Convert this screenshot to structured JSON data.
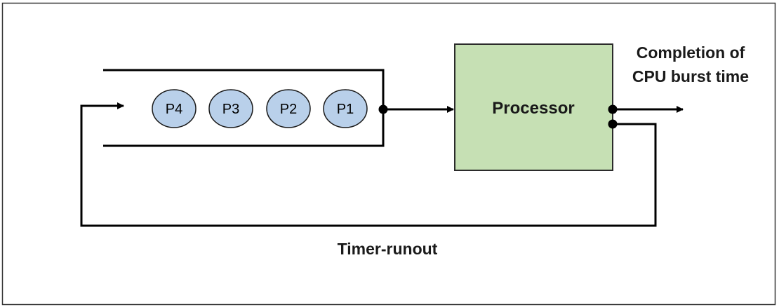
{
  "queue": {
    "processes": [
      "P4",
      "P3",
      "P2",
      "P1"
    ]
  },
  "processor": {
    "label": "Processor"
  },
  "output": {
    "label_line1": "Completion of",
    "label_line2": "CPU burst time"
  },
  "feedback": {
    "label": "Timer-runout"
  },
  "colors": {
    "process_fill": "#b9d0ea",
    "process_stroke": "#1a1a1a",
    "processor_fill": "#c6e0b4",
    "processor_stroke": "#2b2b2b",
    "line": "#000000",
    "frame": "#333333"
  }
}
